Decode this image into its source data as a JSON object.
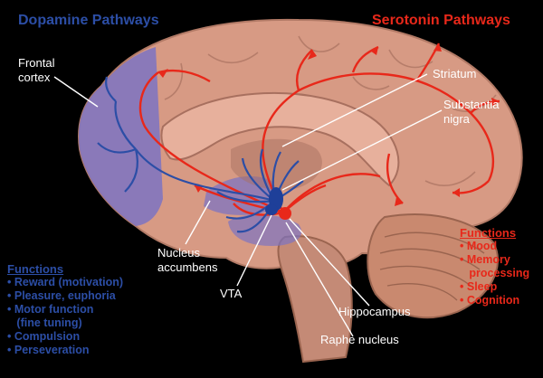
{
  "colors": {
    "background": "#000000",
    "dopamine": "#2c4ea6",
    "serotonin": "#e8281a",
    "brain": "#d79a84",
    "brain_shadow": "#a8705f",
    "dopamine_region": "#7d73c2",
    "label_text": "#ffffff",
    "leader_line": "#ffffff"
  },
  "headers": {
    "dopamine": "Dopamine Pathways",
    "serotonin": "Serotonin Pathways"
  },
  "labels": {
    "frontal_cortex": [
      "Frontal",
      "cortex"
    ],
    "striatum": "Striatum",
    "substantia_nigra": [
      "Substantia",
      "nigra"
    ],
    "nucleus_accumbens": [
      "Nucleus",
      "accumbens"
    ],
    "vta": "VTA",
    "hippocampus": "Hippocampus",
    "raphe_nucleus": "Raphe nucleus"
  },
  "dopamine_functions": {
    "title": "Functions",
    "items": [
      "Reward (motivation)",
      "Pleasure, euphoria",
      "Motor function",
      "(fine tuning)",
      "Compulsion",
      "Perseveration"
    ]
  },
  "serotonin_functions": {
    "title": "Functions",
    "items": [
      "Mood",
      "Memory",
      "processing",
      "Sleep",
      "Cognition"
    ]
  }
}
